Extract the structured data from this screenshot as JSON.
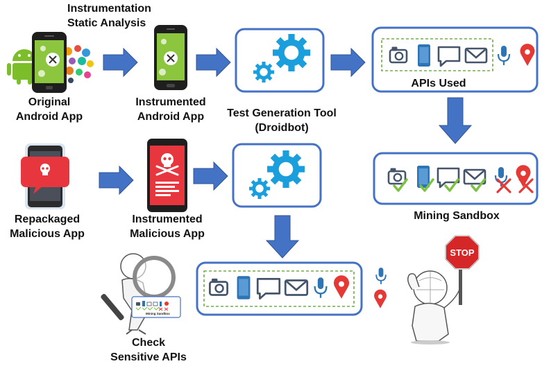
{
  "diagram": {
    "analysis_label": [
      "Instrumentation",
      "Static Analysis"
    ],
    "original_app_label": [
      "Original",
      "Android App"
    ],
    "instrumented_app_label": [
      "Instrumented",
      "Android App"
    ],
    "tool_label": [
      "Test Generation Tool",
      "(Droidbot)"
    ],
    "apis_used_label": "APIs Used",
    "mining_sandbox_label": "Mining Sandbox",
    "repackaged_label": [
      "Repackaged",
      "Malicious App"
    ],
    "instrumented_malicious_label": [
      "Instrumented",
      "Malicious App"
    ],
    "check_label": [
      "Check",
      "Sensitive APIs"
    ],
    "magnifier_caption": "Mining Sandbox",
    "stop_sign_text": "STOP",
    "api_icons": [
      "camera-icon",
      "phone-icon",
      "sms-icon",
      "email-icon",
      "microphone-icon",
      "location-icon"
    ],
    "sandbox_allowed": [
      true,
      true,
      true,
      true,
      false,
      false
    ],
    "colors": {
      "box_border": "#4472c4",
      "arrow": "#4472c4",
      "gear": "#1a9fdc",
      "api_icon": "#44546a",
      "phone_icon": "#2e75b6",
      "mic": "#2e75b6",
      "pin": "#e53935",
      "check": "#7cc242",
      "cross": "#e53935",
      "dashed": "#70ad47",
      "android_green": "#7cbd2a",
      "malicious_red": "#e8363f"
    }
  }
}
